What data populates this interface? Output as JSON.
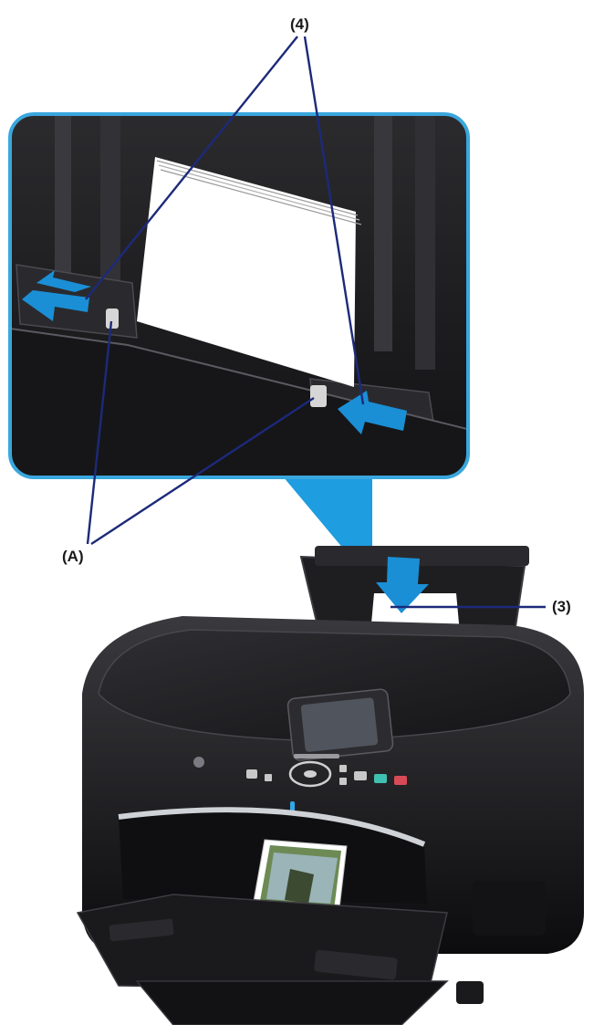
{
  "labels": {
    "guides": "(4)",
    "tab": "(A)",
    "paper": "(3)"
  },
  "colors": {
    "leader_line": "#1c2a7a",
    "arrow": "#1a8fd6",
    "inset_border": "#3aa7de",
    "printer_body": "#1b1b1d",
    "paper": "#ffffff"
  },
  "icons": [
    "inward-arrow-icon",
    "down-arrow-icon",
    "power-button-icon",
    "lcd-screen"
  ]
}
